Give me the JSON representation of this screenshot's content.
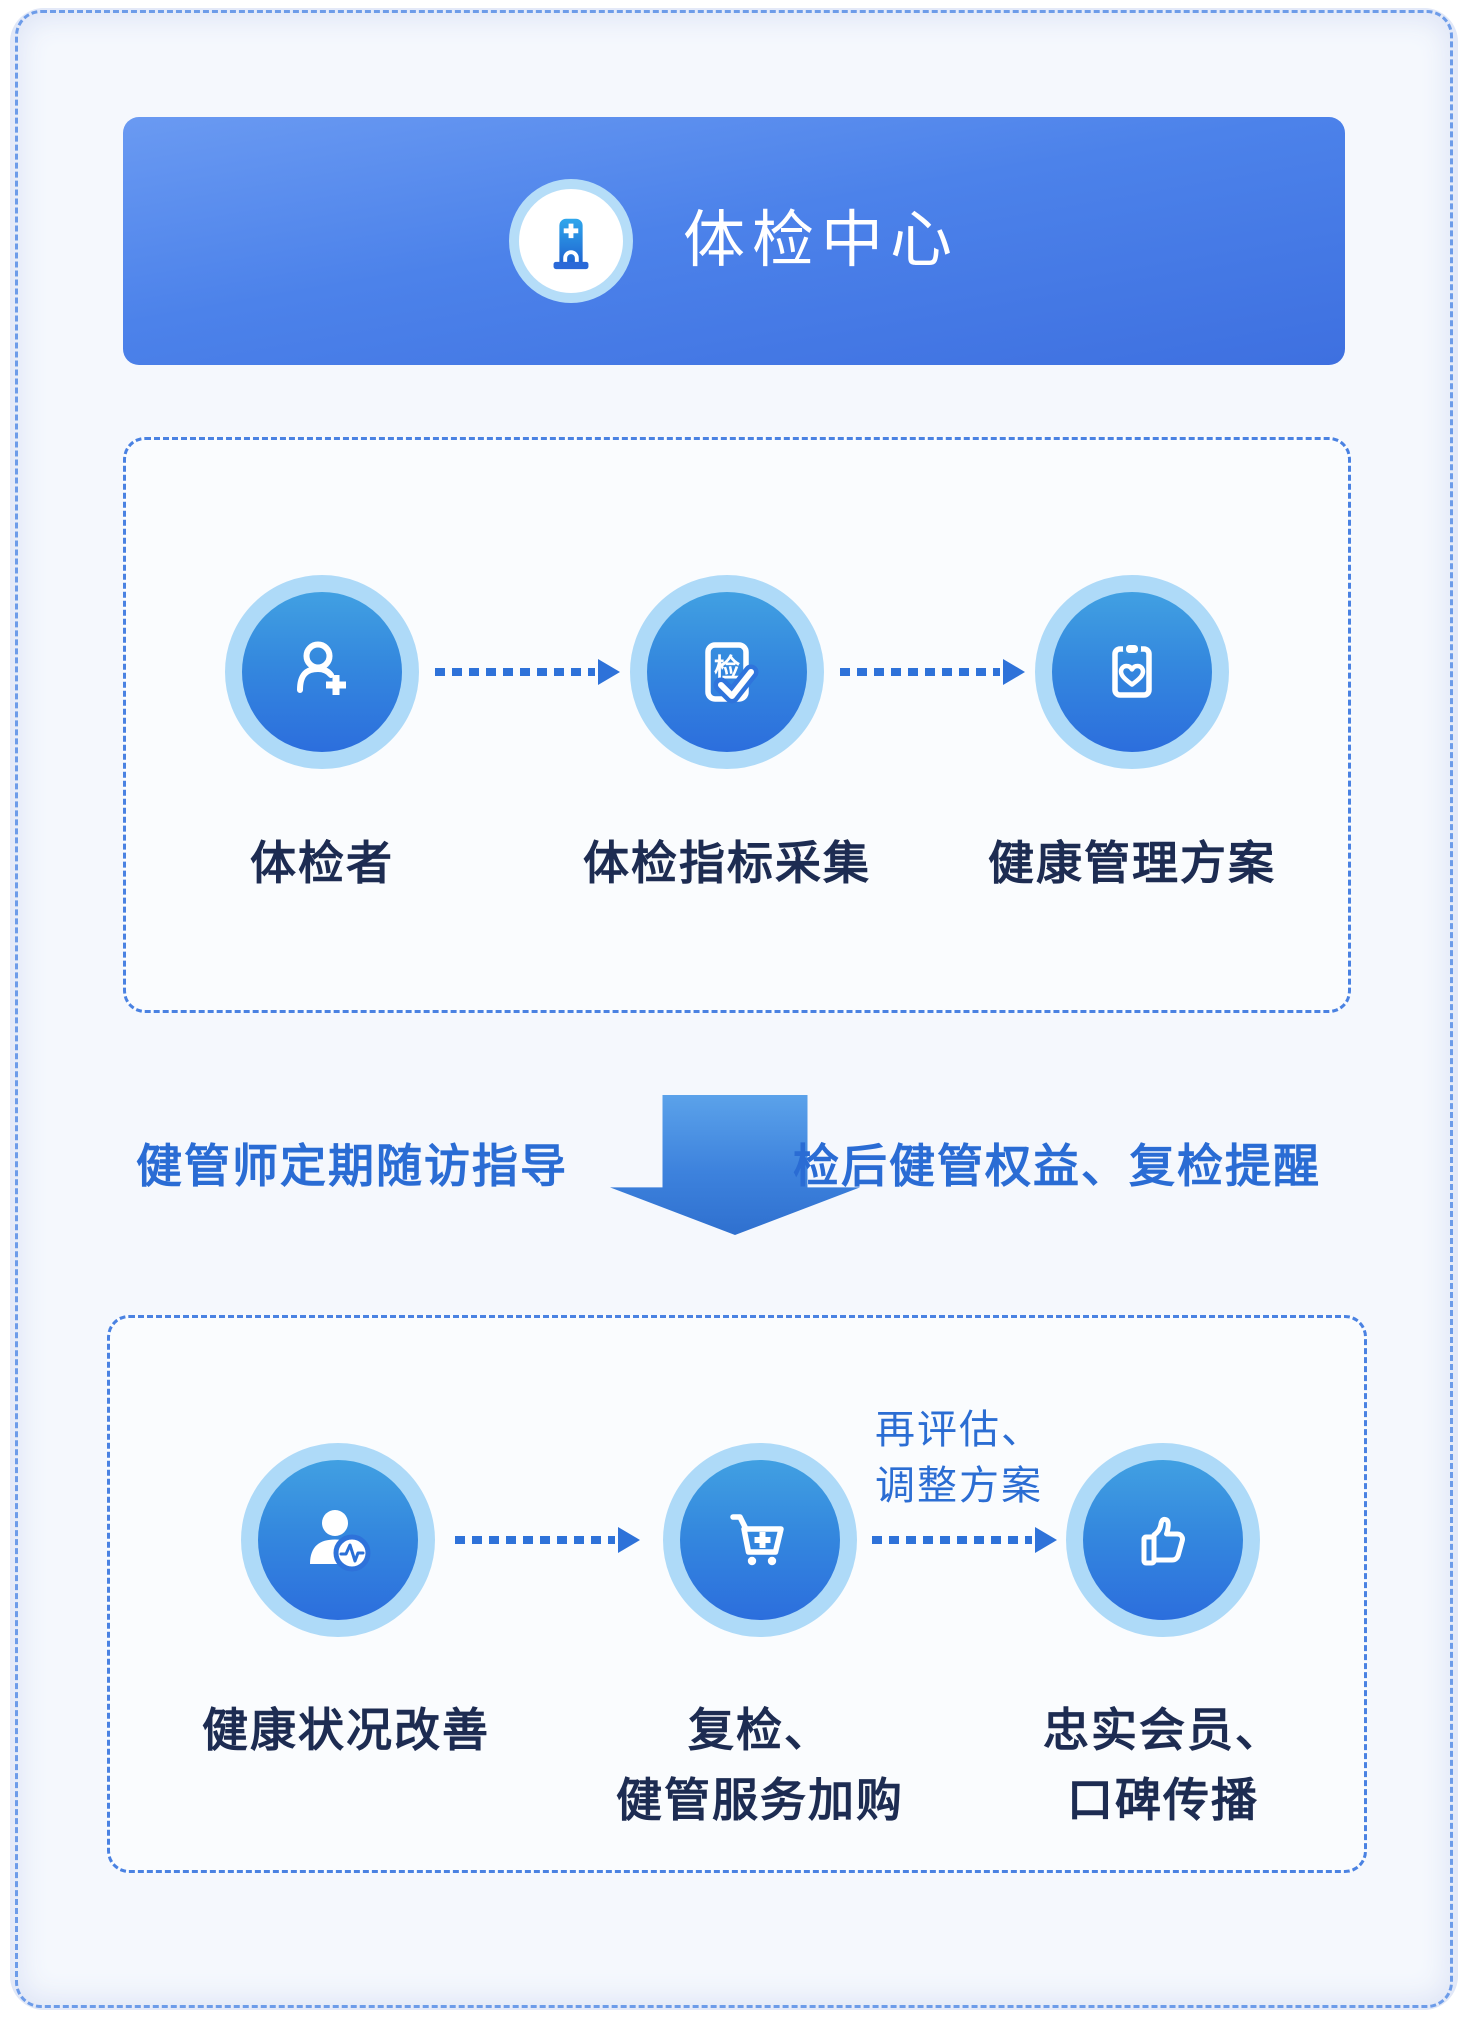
{
  "header": {
    "title": "体检中心",
    "icon": "hospital-icon"
  },
  "top_flow": {
    "steps": [
      {
        "label": "体检者",
        "icon": "person-add-icon"
      },
      {
        "label": "体检指标采集",
        "icon": "exam-check-icon",
        "icon_char": "检"
      },
      {
        "label": "健康管理方案",
        "icon": "clipboard-heart-icon"
      }
    ]
  },
  "transition": {
    "left_note": "健管师定期随访指导",
    "right_note": "检后健管权益、复检提醒",
    "arrow": "big-down-arrow"
  },
  "bottom_flow": {
    "steps": [
      {
        "label_line1": "健康状况改善",
        "label_line2": "",
        "icon": "person-pulse-icon"
      },
      {
        "label_line1": "复检、",
        "label_line2": "健管服务加购",
        "icon": "cart-plus-icon"
      },
      {
        "label_line1": "忠实会员、",
        "label_line2": "口碑传播",
        "icon": "thumbs-up-icon"
      }
    ],
    "arrow_note_line1": "再评估、",
    "arrow_note_line2": "调整方案"
  },
  "colors": {
    "header_gradient_top": "#6a9af2",
    "header_gradient_bottom": "#3e70e0",
    "accent_blue_text": "#2b6dd3",
    "dark_label_text": "#1d2c52",
    "circle_ring": "#aedaf8",
    "circle_gradient_top": "#41a0e2",
    "circle_gradient_bottom": "#2c6edd",
    "dashed_box_border": "#4a82e2",
    "outer_dashed_border": "#6d9ce9",
    "flow_arrow": "#2e72d9",
    "big_arrow_top": "#5ba2ea",
    "big_arrow_bottom": "#2f70cf",
    "card_rim": "#dde4f6",
    "card_background": "#f5f8fd"
  }
}
